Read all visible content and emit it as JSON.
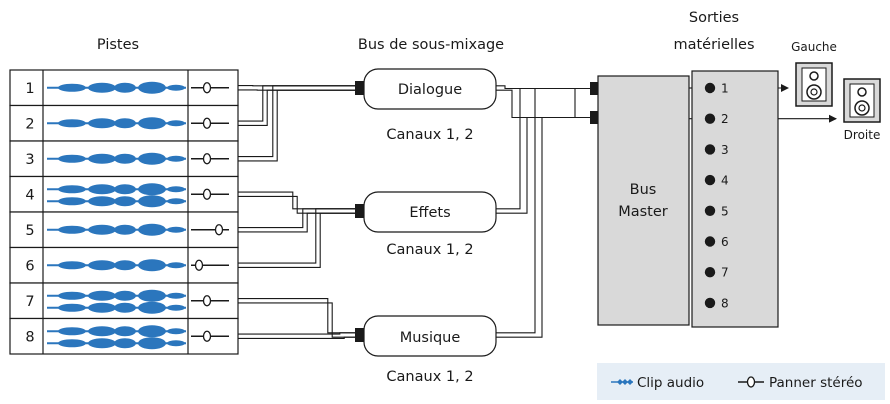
{
  "titles": {
    "tracks": "Pistes",
    "submix": "Bus de sous-mixage",
    "outputs_line1": "Sorties",
    "outputs_line2": "matérielles"
  },
  "tracks": [
    {
      "number": "1",
      "waves": 1
    },
    {
      "number": "2",
      "waves": 1
    },
    {
      "number": "3",
      "waves": 1
    },
    {
      "number": "4",
      "waves": 2
    },
    {
      "number": "5",
      "waves": 1
    },
    {
      "number": "6",
      "waves": 1
    },
    {
      "number": "7",
      "waves": 2
    },
    {
      "number": "8",
      "waves": 2
    }
  ],
  "buses": [
    {
      "label": "Dialogue",
      "channels": "Canaux 1, 2"
    },
    {
      "label": "Effets",
      "channels": "Canaux 1, 2"
    },
    {
      "label": "Musique",
      "channels": "Canaux 1, 2"
    }
  ],
  "master": {
    "line1": "Bus",
    "line2": "Master"
  },
  "outputs": [
    "1",
    "2",
    "3",
    "4",
    "5",
    "6",
    "7",
    "8"
  ],
  "speakers": {
    "left": "Gauche",
    "right": "Droite"
  },
  "legend": {
    "clip": "Clip audio",
    "panner": "Panner stéréo"
  },
  "colors": {
    "wave": "#2b76bd",
    "panel": "#d9d9d9",
    "line": "#1a1a1a"
  }
}
